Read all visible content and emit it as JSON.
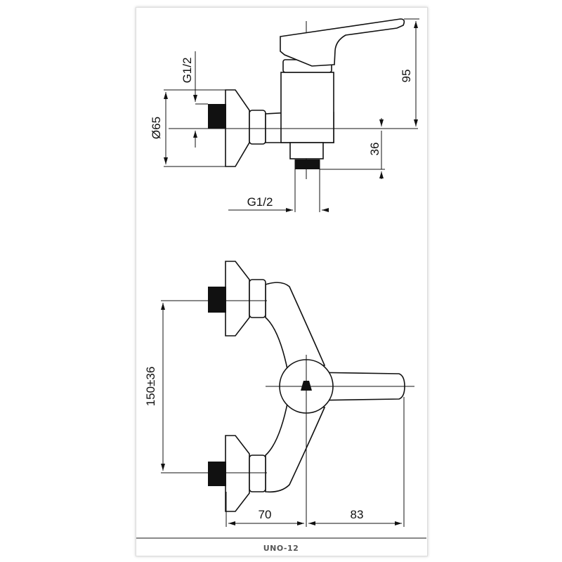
{
  "drawing": {
    "model_label": "UNO-12",
    "side_view": {
      "thread_left_label": "G1/2",
      "diameter_label": "Ø65",
      "height_label": "95",
      "outlet_offset_label": "36",
      "thread_bottom_label": "G1/2"
    },
    "top_view": {
      "spacing_label": "150±36",
      "depth_left_label": "70",
      "depth_right_label": "83"
    }
  }
}
